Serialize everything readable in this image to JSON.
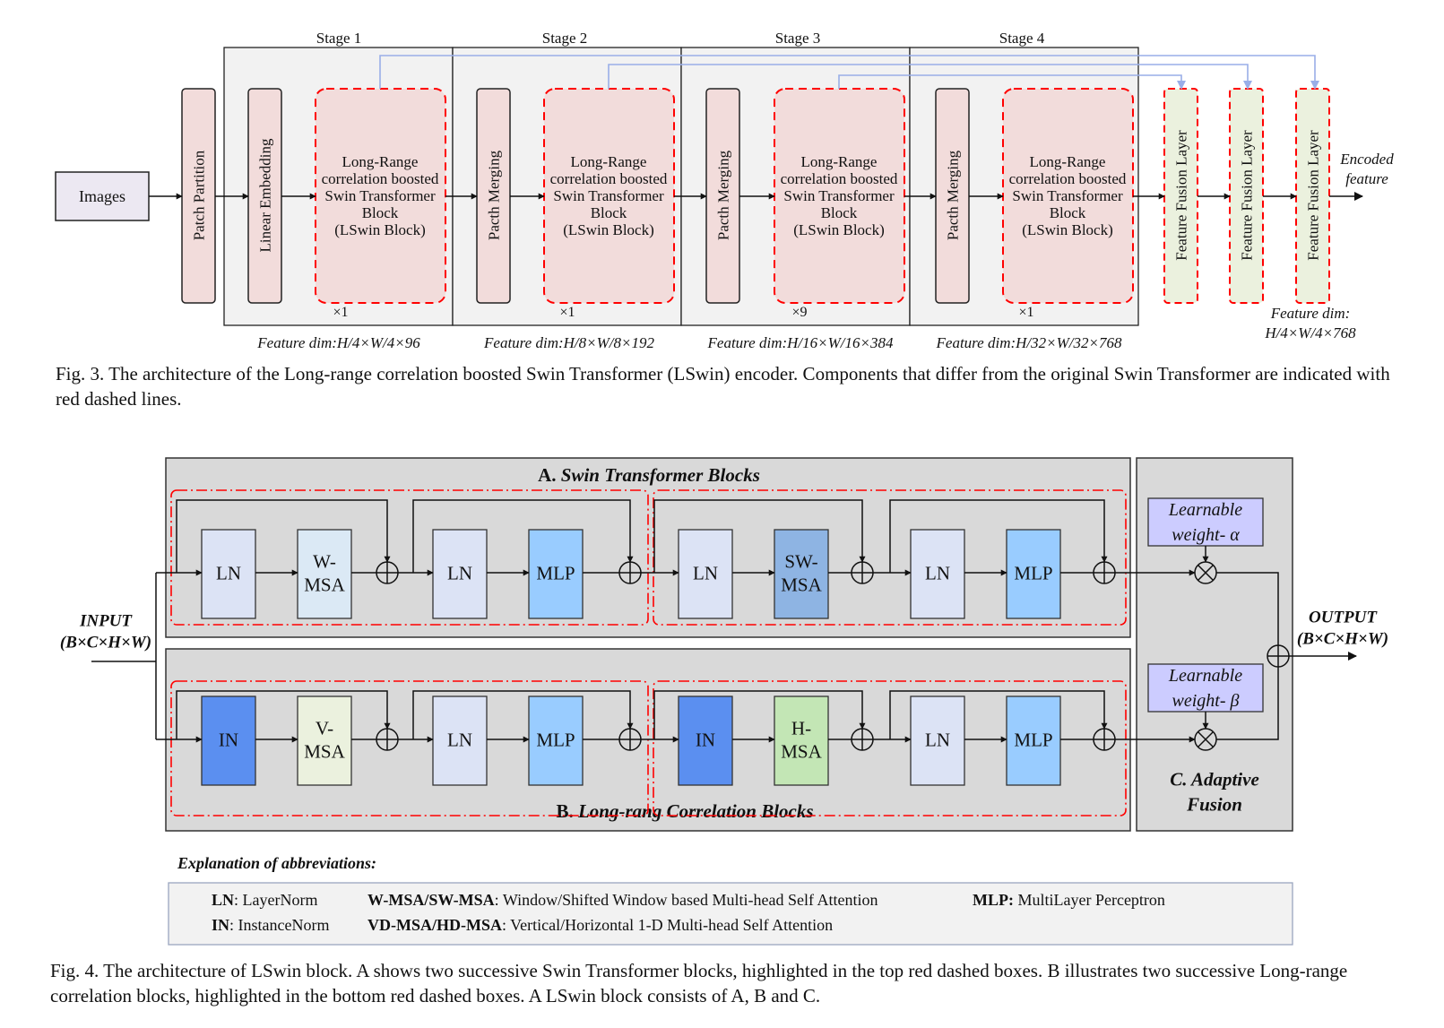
{
  "fig3": {
    "images": "Images",
    "patch_partition": "Patch Partition",
    "linear_embedding": "Linear Embedding",
    "patch_merging": "Pacth Merging",
    "lswin_block": [
      "Long-Range",
      "correlation boosted",
      "Swin Transformer",
      "Block",
      "(LSwin Block)"
    ],
    "stages": [
      {
        "label": "Stage 1",
        "repeat": "×1",
        "feature_dim": "Feature dim:H/4×W/4×96"
      },
      {
        "label": "Stage 2",
        "repeat": "×1",
        "feature_dim": "Feature dim:H/8×W/8×192"
      },
      {
        "label": "Stage 3",
        "repeat": "×9",
        "feature_dim": "Feature dim:H/16×W/16×384"
      },
      {
        "label": "Stage 4",
        "repeat": "×1",
        "feature_dim": "Feature dim:H/32×W/32×768"
      }
    ],
    "feature_fusion": "Feature Fusion Layer",
    "encoded_feature": [
      "Encoded",
      "feature"
    ],
    "final_dim": [
      "Feature dim:",
      "H/4×W/4×768"
    ],
    "caption": "Fig. 3. The architecture of the Long-range correlation boosted Swin Transformer (LSwin) encoder. Components that differ from the original Swin Transformer are indicated with red dashed lines."
  },
  "fig4": {
    "input": [
      "INPUT",
      "(B×C×H×W)"
    ],
    "output": [
      "OUTPUT",
      "(B×C×H×W)"
    ],
    "section_a": {
      "letter": "A.",
      "title": "Swin Transformer Blocks"
    },
    "section_b": {
      "letter": "B.",
      "title": "Long-rang Correlation Blocks"
    },
    "section_c": [
      "C. Adaptive",
      "Fusion"
    ],
    "weight_alpha": [
      "Learnable",
      "weight- α"
    ],
    "weight_beta": [
      "Learnable",
      "weight- β"
    ],
    "row_a": [
      [
        "LN"
      ],
      [
        "W-",
        "MSA"
      ],
      [
        "LN"
      ],
      [
        "MLP"
      ],
      [
        "LN"
      ],
      [
        "SW-",
        "MSA"
      ],
      [
        "LN"
      ],
      [
        "MLP"
      ]
    ],
    "row_b": [
      [
        "IN"
      ],
      [
        "V-",
        "MSA"
      ],
      [
        "LN"
      ],
      [
        "MLP"
      ],
      [
        "IN"
      ],
      [
        "H-",
        "MSA"
      ],
      [
        "LN"
      ],
      [
        "MLP"
      ]
    ],
    "abbrev_title": "Explanation of abbreviations:",
    "abbrev": [
      {
        "term": "LN",
        "def": ": LayerNorm"
      },
      {
        "term": "IN",
        "def": ": InstanceNorm"
      },
      {
        "term": "W-MSA/SW-MSA",
        "def": ": Window/Shifted Window based Multi-head Self Attention"
      },
      {
        "term": "VD-MSA/HD-MSA",
        "def": ": Vertical/Horizontal  1-D Multi-head Self Attention"
      },
      {
        "term": "MLP:",
        "def": " MultiLayer Perceptron"
      }
    ],
    "caption": "Fig. 4. The architecture of LSwin block. A shows two successive Swin Transformer blocks, highlighted in the top red dashed boxes. B illustrates two successive Long-range correlation blocks, highlighted in the bottom red dashed boxes. A LSwin block consists of A, B and C."
  },
  "colors": {
    "pink_fill": "#f2dcdb",
    "green_fill": "#ebf1de",
    "red_dash": "#ff0000",
    "blue_arrow": "#99aee8",
    "ln_fill": "#dce3f5",
    "mlp_fill": "#99ccff",
    "sw_msa_fill": "#8eb4e3",
    "in_fill": "#5b8ff0",
    "v_msa_fill": "#ebf1de",
    "h_msa_fill": "#c3e6b5",
    "weight_fill": "#ccccff",
    "panel_gray": "#d9d9d9"
  }
}
